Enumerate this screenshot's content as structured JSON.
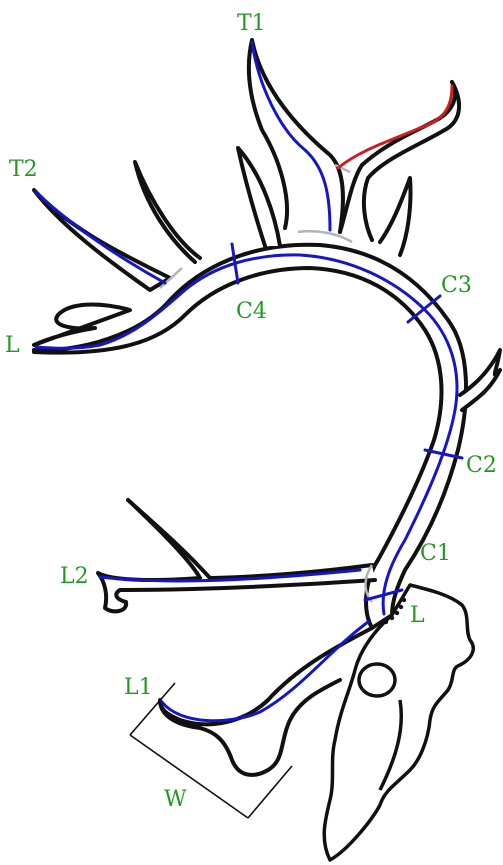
{
  "colors": {
    "outline": "#111111",
    "measure": "#1515cc",
    "highlight": "#cc1f1f",
    "label": "#1f9a1f",
    "joint": "#b4b4b4"
  },
  "labels": {
    "T1": "T1",
    "T2": "T2",
    "L_top": "L",
    "C4": "C4",
    "C3": "C3",
    "C2": "C2",
    "C1": "C1",
    "L2": "L2",
    "L_base": "L",
    "L1": "L1",
    "W": "W"
  }
}
